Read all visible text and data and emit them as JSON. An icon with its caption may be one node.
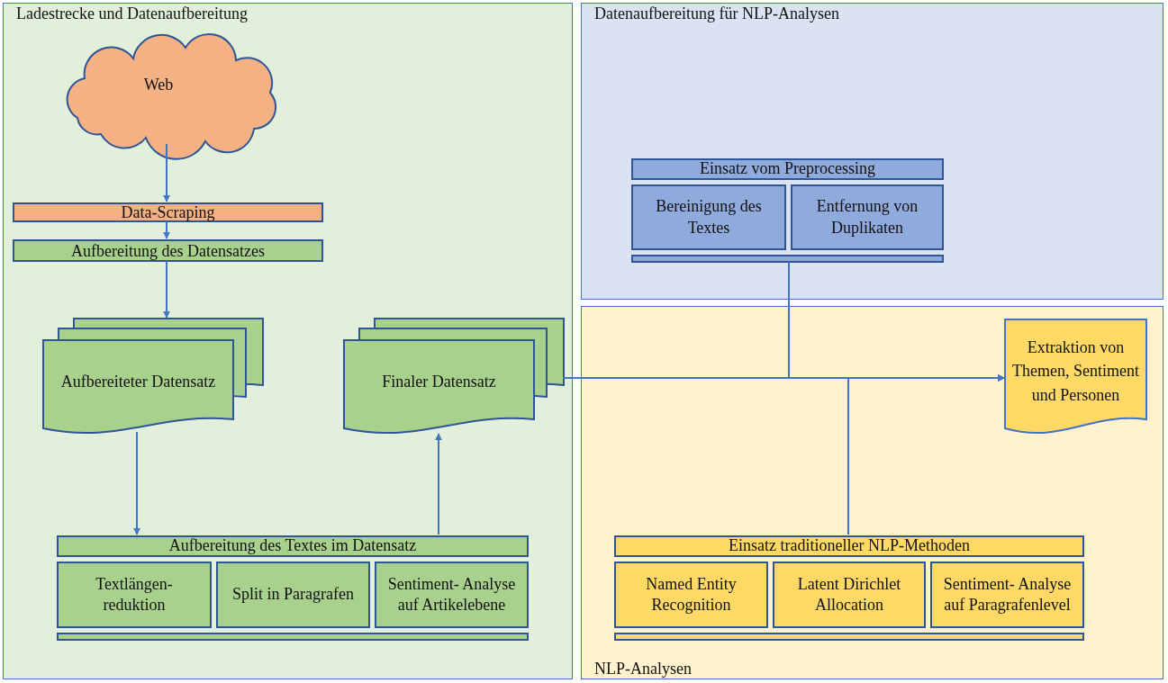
{
  "diagram": {
    "nodes": [
      {
        "text": [
          "Ladestrecke und Datenaufbereitung"
        ]
      },
      {
        "text": [
          "Web"
        ],
        "in": 0
      },
      {
        "text": [
          "Data-Scraping"
        ],
        "in": 0
      },
      {
        "text": [
          "Aufbereitung des Datensatzes"
        ],
        "in": 0
      },
      {
        "text": [
          "Aufbereiteter Datensatz"
        ],
        "in": 0
      },
      {
        "text": [
          "Finaler Datensatz"
        ],
        "in": 0
      },
      {
        "text": [
          "Aufbereitung des Textes im Datensatz"
        ],
        "in": 0
      },
      {
        "text": [
          "Textlängen- reduktion"
        ],
        "in": 6
      },
      {
        "text": [
          "Split in Paragrafen"
        ],
        "in": 6
      },
      {
        "text": [
          "Sentiment- Analyse auf Artikelebene"
        ],
        "in": 6
      },
      {
        "text": [
          "Datenaufbereitung für NLP-Analysen"
        ]
      },
      {
        "text": [
          "Einsatz vom Preprocessing"
        ],
        "in": 10
      },
      {
        "text": [
          "Bereinigung des Textes"
        ],
        "in": 11
      },
      {
        "text": [
          "Entfernung von Duplikaten"
        ],
        "in": 11
      },
      {
        "text": [
          "NLP-Analysen"
        ]
      },
      {
        "text": [
          "Extraktion von Themen, Sentiment und Personen"
        ],
        "in": 14
      },
      {
        "text": [
          "Einsatz traditioneller NLP-Methoden"
        ],
        "in": 14
      },
      {
        "text": [
          "Named Entity Recognition"
        ],
        "in": 16
      },
      {
        "text": [
          "Latent Dirichlet Allocation"
        ],
        "in": 16
      },
      {
        "text": [
          "Sentiment- Analyse auf Paragrafenlevel"
        ],
        "in": 16
      }
    ],
    "edges": [
      {
        "from": 1,
        "to": 2,
        "arrow": "to"
      },
      {
        "from": 2,
        "to": 3,
        "arrow": "to"
      },
      {
        "from": 3,
        "to": 4,
        "arrow": "to"
      },
      {
        "from": 4,
        "to": 6,
        "arrow": "to"
      },
      {
        "from": 6,
        "to": 5,
        "arrow": "to"
      },
      {
        "from": 5,
        "to": 15,
        "arrow": "to"
      },
      {
        "from": 11,
        "to": 15,
        "arrow": "to"
      },
      {
        "from": 16,
        "to": 15,
        "arrow": "to"
      }
    ]
  }
}
